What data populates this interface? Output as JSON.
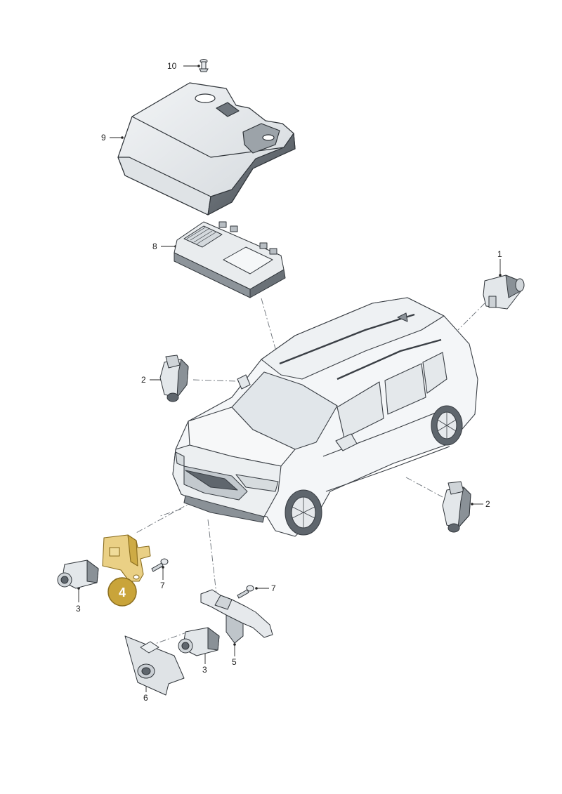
{
  "labels": {
    "p1": "1",
    "p2a": "2",
    "p2b": "2",
    "p3a": "3",
    "p3b": "3",
    "p5": "5",
    "p6": "6",
    "p7a": "7",
    "p7b": "7",
    "p8": "8",
    "p9": "9",
    "p10": "10"
  },
  "highlight": {
    "number": "4",
    "color": "#c9a43a"
  },
  "colors": {
    "line": "#3a3f45",
    "part_light": "#eef1f3",
    "part_mid": "#c9ced3",
    "part_dark": "#5f666d",
    "car_fill": "#f4f6f8"
  }
}
